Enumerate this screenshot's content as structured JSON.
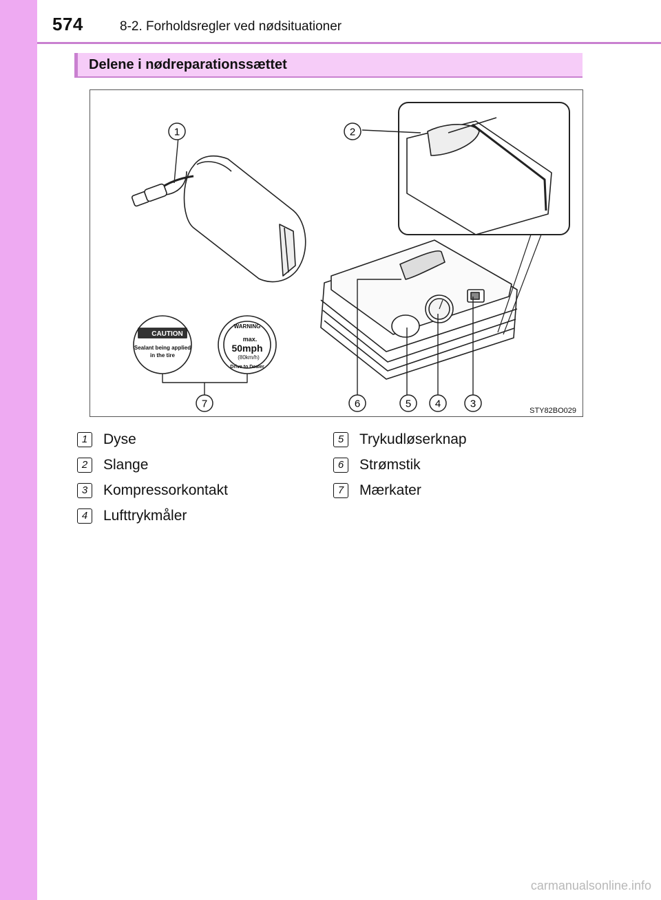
{
  "header": {
    "page_number": "574",
    "chapter_title": "8-2. Forholdsregler ved nødsituationer"
  },
  "section": {
    "title": "Delene i nødreparationssættet"
  },
  "figure": {
    "code": "STY82BO029",
    "callouts": [
      "1",
      "2",
      "7",
      "6",
      "5",
      "4",
      "3"
    ],
    "caution_label": "CAUTION",
    "caution_text_1": "Sealant being applied",
    "caution_text_2": "in the tire",
    "warning_label": "WARNING",
    "warning_max": "max.",
    "warning_speed": "50mph",
    "warning_kmh": "(80km/h)",
    "warning_bottom": "Drive to Dealer"
  },
  "legend": {
    "left": [
      {
        "num": "1",
        "label": "Dyse"
      },
      {
        "num": "2",
        "label": "Slange"
      },
      {
        "num": "3",
        "label": "Kompressorkontakt"
      },
      {
        "num": "4",
        "label": "Lufttrykmåler"
      }
    ],
    "right": [
      {
        "num": "5",
        "label": "Trykudløserknap"
      },
      {
        "num": "6",
        "label": "Strømstik"
      },
      {
        "num": "7",
        "label": "Mærkater"
      }
    ]
  },
  "watermark": "carmanualsonline.info",
  "colors": {
    "sidebar": "#eeaaf2",
    "accent": "#c980d0",
    "section_bg": "#f6ccf8"
  }
}
